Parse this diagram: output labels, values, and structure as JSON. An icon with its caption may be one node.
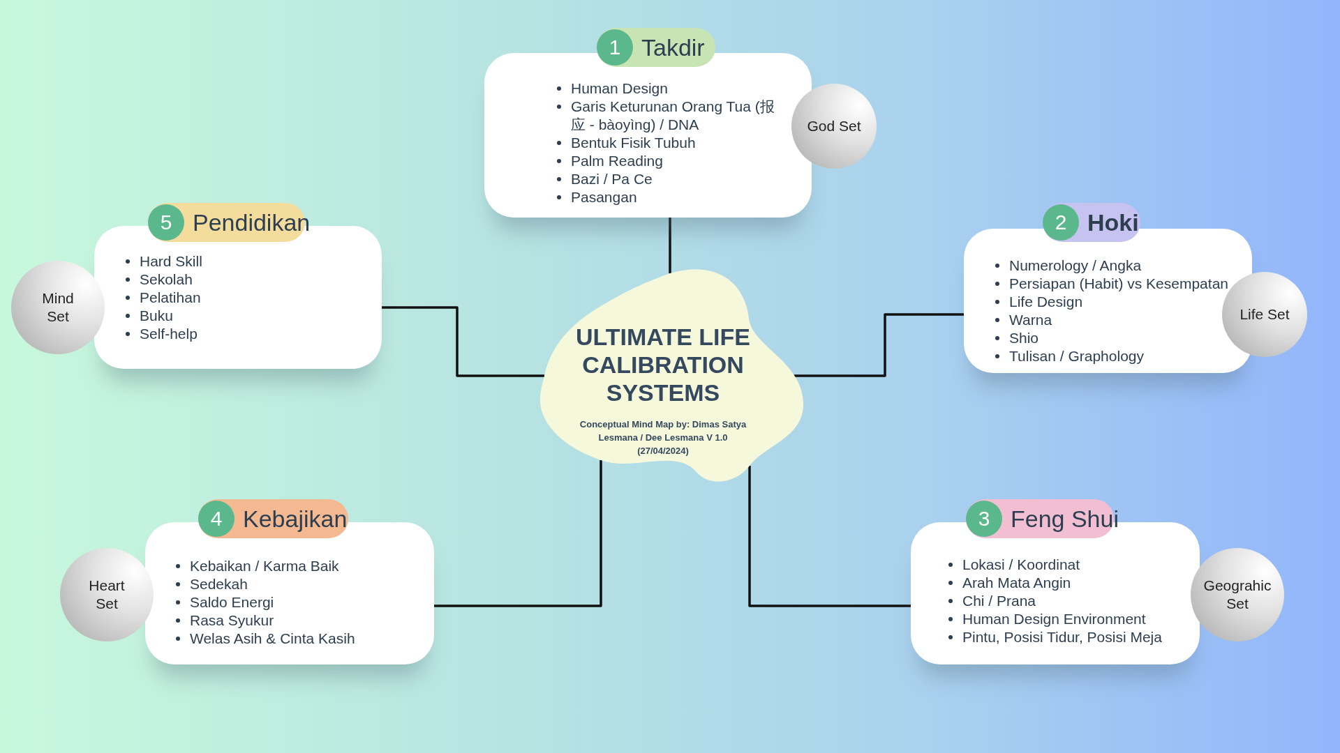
{
  "diagram": {
    "nodes": [
      {
        "text": [
          "1",
          "Takdir"
        ]
      },
      {
        "text": [
          "Human Design",
          "Garis Keturunan Orang Tua (报应 - bàoyìng) / DNA",
          "Bentuk Fisik Tubuh",
          "Palm Reading",
          "Bazi / Pa Ce",
          "Pasangan"
        ]
      },
      {
        "text": [
          "God Set"
        ]
      },
      {
        "text": [
          "5",
          "Pendidikan"
        ]
      },
      {
        "text": [
          "Hard Skill",
          "Sekolah",
          "Pelatihan",
          "Buku",
          "Self-help"
        ]
      },
      {
        "text": [
          "Mind Set"
        ]
      },
      {
        "text": [
          "2",
          "Hoki"
        ]
      },
      {
        "text": [
          "Numerology / Angka",
          "Persiapan (Habit) vs Kesempatan",
          "Life Design",
          "Warna",
          "Shio",
          "Tulisan / Graphology"
        ]
      },
      {
        "text": [
          "Life Set"
        ]
      },
      {
        "text": [
          "ULTIMATE LIFE CALIBRATION SYSTEMS",
          "Conceptual Mind Map by: Dimas Satya Lesmana / Dee Lesmana V 1.0 (27/04/2024)"
        ]
      },
      {
        "text": [
          "4",
          "Kebajikan"
        ]
      },
      {
        "text": [
          "Kebaikan / Karma Baik",
          "Sedekah",
          "Saldo Energi",
          "Rasa Syukur",
          "Welas Asih & Cinta Kasih"
        ]
      },
      {
        "text": [
          "Heart Set"
        ]
      },
      {
        "text": [
          "3",
          "Feng Shui"
        ]
      },
      {
        "text": [
          "Lokasi / Koordinat",
          "Arah Mata Angin",
          "Chi / Prana",
          "Human Design Environment",
          "Pintu, Posisi Tidur, Posisi Meja"
        ]
      },
      {
        "text": [
          "Geograhic Set"
        ]
      }
    ],
    "edges": [
      {
        "from": 9,
        "to": 1,
        "arrow": "none"
      },
      {
        "from": 9,
        "to": 4,
        "arrow": "none"
      },
      {
        "from": 9,
        "to": 7,
        "arrow": "none"
      },
      {
        "from": 9,
        "to": 11,
        "arrow": "none"
      },
      {
        "from": 9,
        "to": 14,
        "arrow": "none"
      }
    ]
  }
}
